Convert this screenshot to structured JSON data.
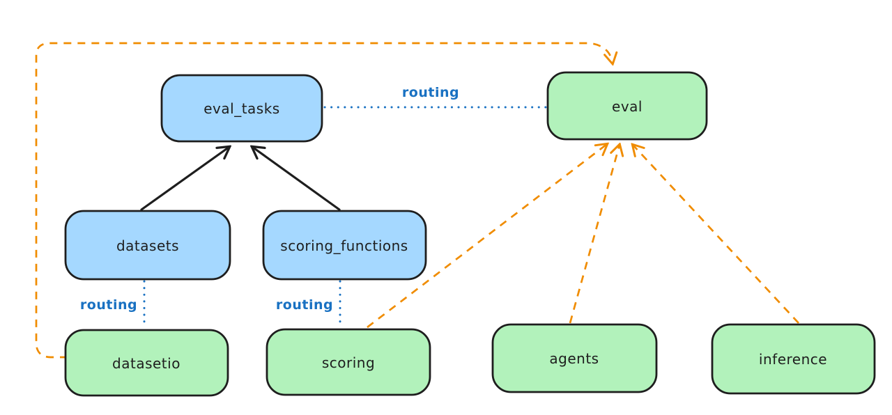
{
  "diagram": {
    "type": "architecture-diagram",
    "background": "#ffffff",
    "colors": {
      "node_stroke": "#1e1e1e",
      "blue_node_fill": "#a5d8ff",
      "green_node_fill": "#b2f2bb",
      "routing_color": "#1971c2",
      "provider_arrow_color": "#f08c00",
      "relation_arrow_color": "#1e1e1e"
    },
    "nodes": [
      {
        "id": "eval_tasks",
        "label": "eval_tasks",
        "kind": "blue"
      },
      {
        "id": "eval",
        "label": "eval",
        "kind": "green"
      },
      {
        "id": "datasets",
        "label": "datasets",
        "kind": "blue"
      },
      {
        "id": "scoring_functions",
        "label": "scoring_functions",
        "kind": "blue"
      },
      {
        "id": "datasetio",
        "label": "datasetio",
        "kind": "green"
      },
      {
        "id": "scoring",
        "label": "scoring",
        "kind": "green"
      },
      {
        "id": "agents",
        "label": "agents",
        "kind": "green"
      },
      {
        "id": "inference",
        "label": "inference",
        "kind": "green"
      }
    ],
    "edges": [
      {
        "from": "datasets",
        "to": "eval_tasks",
        "style": "solid",
        "color": "#1e1e1e",
        "arrowhead": true
      },
      {
        "from": "scoring_functions",
        "to": "eval_tasks",
        "style": "solid",
        "color": "#1e1e1e",
        "arrowhead": true
      },
      {
        "from": "eval_tasks",
        "to": "eval",
        "style": "dotted",
        "color": "#1971c2",
        "label": "routing",
        "arrowhead": false
      },
      {
        "from": "datasets",
        "to": "datasetio",
        "style": "dotted",
        "color": "#1971c2",
        "label": "routing",
        "arrowhead": false
      },
      {
        "from": "scoring_functions",
        "to": "scoring",
        "style": "dotted",
        "color": "#1971c2",
        "label": "routing",
        "arrowhead": false
      },
      {
        "from": "scoring",
        "to": "eval",
        "style": "dashed",
        "color": "#f08c00",
        "arrowhead": true
      },
      {
        "from": "agents",
        "to": "eval",
        "style": "dashed",
        "color": "#f08c00",
        "arrowhead": true
      },
      {
        "from": "inference",
        "to": "eval",
        "style": "dashed",
        "color": "#f08c00",
        "arrowhead": true
      },
      {
        "from": "datasetio",
        "to": "eval",
        "style": "dashed",
        "color": "#f08c00",
        "arrowhead": true,
        "route": "around-left-and-top"
      }
    ]
  }
}
